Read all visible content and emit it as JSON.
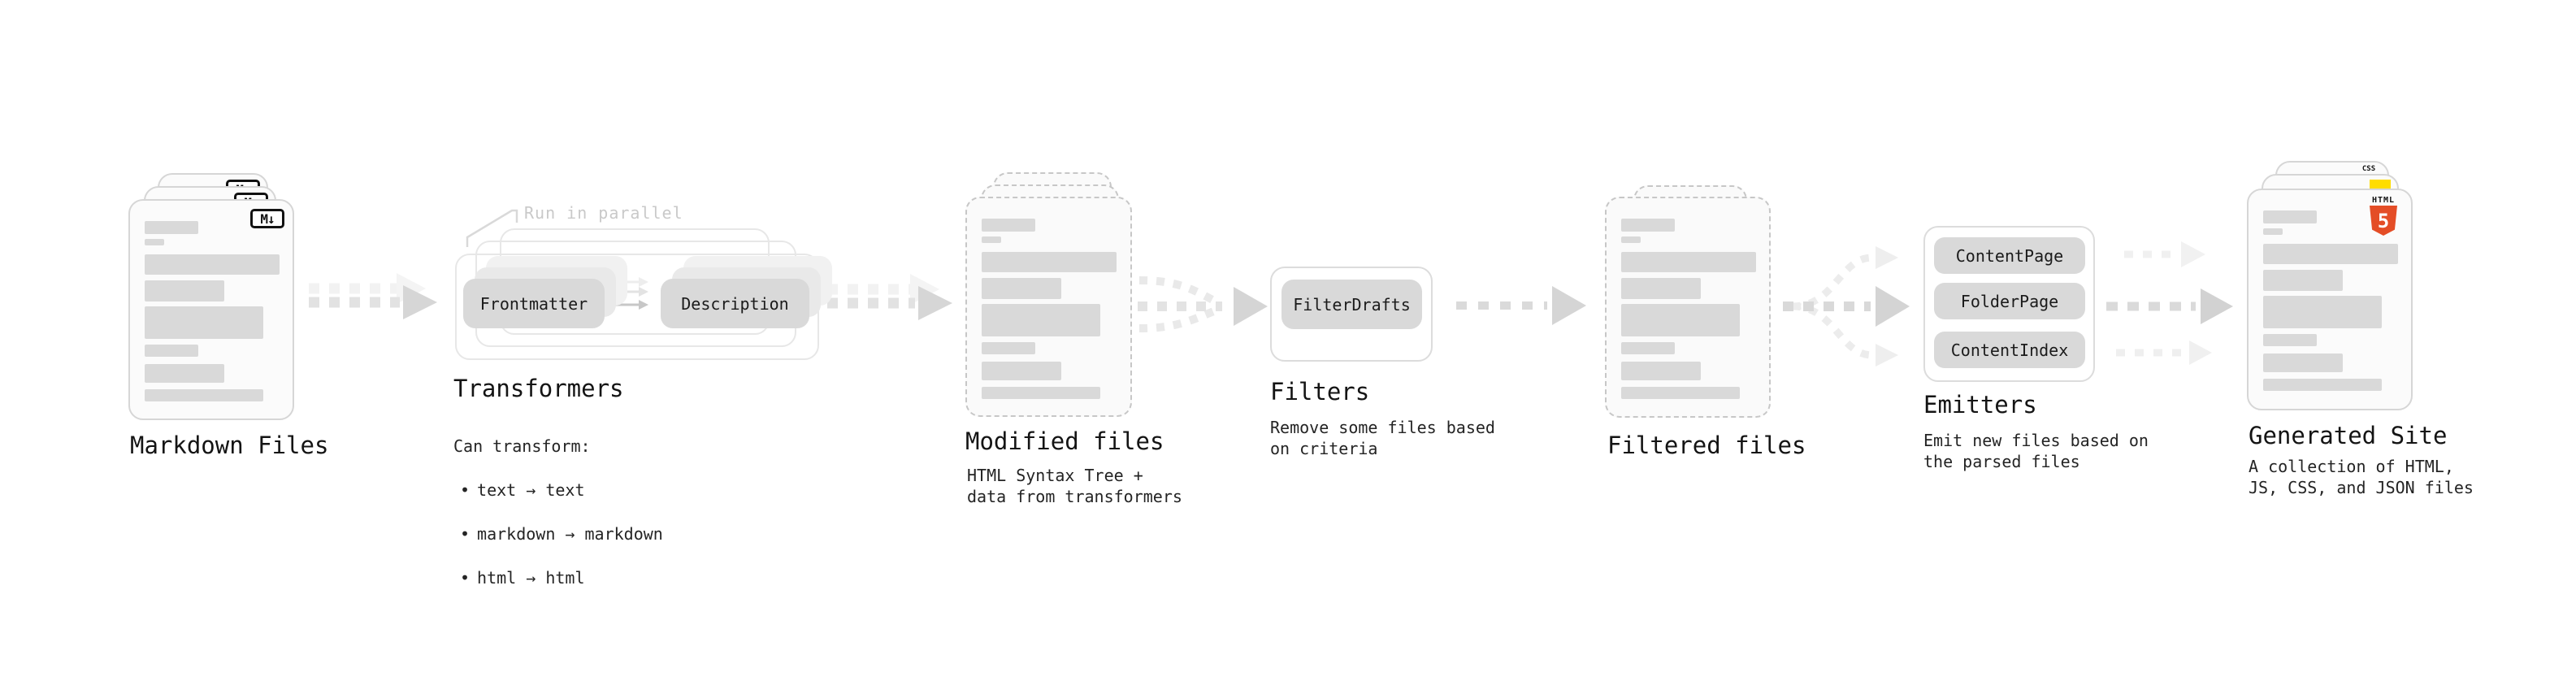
{
  "colors": {
    "html5_orange": "#e44d26",
    "js_yellow": "#ffdd00",
    "css_blue": "#2c68e8",
    "bar_gray": "#d9d9d9",
    "pill_gray": "#d9d9d9",
    "note_gray": "#c9c9c9"
  },
  "stages": {
    "markdown": {
      "label": "Markdown Files",
      "badge": "M↓"
    },
    "transformers": {
      "label": "Transformers",
      "note": "Run in parallel",
      "pill_left": "Frontmatter",
      "pill_right": "Description",
      "caption_title": "Can transform:",
      "bullet": "•",
      "bullets": [
        "text → text",
        "markdown → markdown",
        "html → html"
      ]
    },
    "modified": {
      "label": "Modified files",
      "caption": "HTML Syntax Tree +\ndata from transformers"
    },
    "filters": {
      "label": "Filters",
      "pill": "FilterDrafts",
      "caption": "Remove some files based\non criteria"
    },
    "filtered": {
      "label": "Filtered files"
    },
    "emitters": {
      "label": "Emitters",
      "pills": [
        "ContentPage",
        "FolderPage",
        "ContentIndex"
      ],
      "caption": "Emit new files based on\nthe parsed files"
    },
    "generated": {
      "label": "Generated Site",
      "caption": "A collection of HTML,\nJS, CSS, and JSON files",
      "css_badge": "CSS",
      "html_badge_text": "HTML",
      "html_badge_number": "5"
    }
  }
}
